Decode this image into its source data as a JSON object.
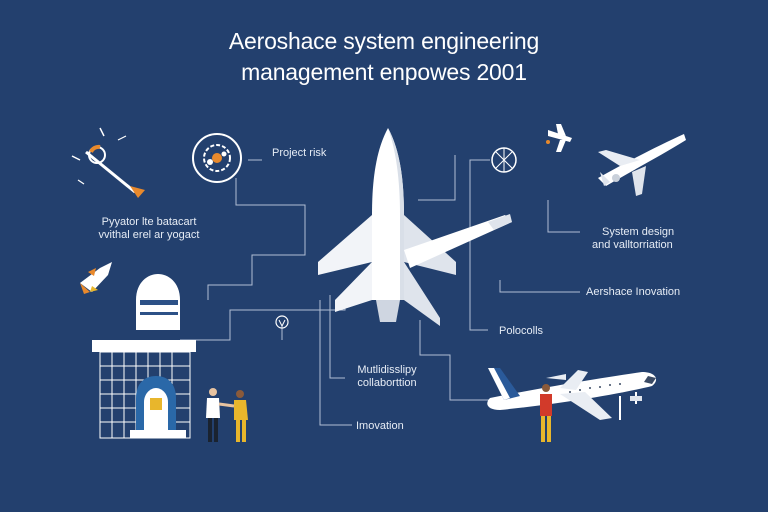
{
  "title": {
    "line1": "Aeroshace system engineering",
    "line2": "management enpowes 2001"
  },
  "labels": {
    "project_risk": "Project risk",
    "left_caption_line1": "Pyyator lte batacart",
    "left_caption_line2": "vvithal erel ar yogact",
    "system_design_line1": "System design",
    "system_design_line2": "and valltorriation",
    "aerospace_innovation": "Aershace Inovation",
    "protocols": "Polocolls",
    "multidisciplinary_line1": "Mutlidisslipy",
    "multidisciplinary_line2": "collaborttion",
    "innovation": "Imovation"
  },
  "colors": {
    "background": "#23406e",
    "line": "#c9d4e6",
    "white": "#ffffff",
    "accent_orange": "#e8892c",
    "accent_yellow": "#e8b62c"
  },
  "icons": [
    "rocket-icon",
    "satellite-icon",
    "gear-circle-icon",
    "globe-icon",
    "airplane-icon",
    "observatory-icon",
    "people-handshake-icon",
    "airliner-icon",
    "person-icon"
  ]
}
